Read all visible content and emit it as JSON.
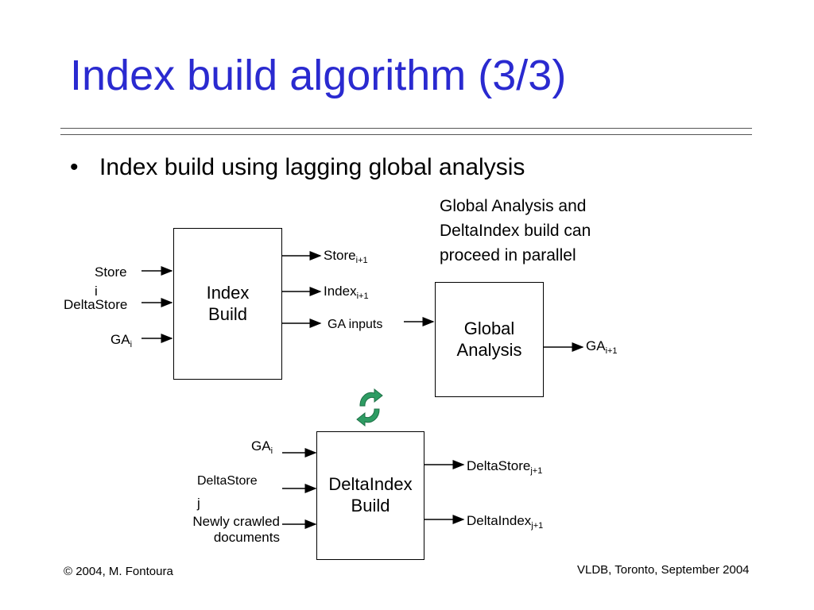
{
  "slide": {
    "title": "Index build algorithm (3/3)",
    "bullet_symbol": "•",
    "bullet": "Index build using lagging global analysis"
  },
  "note": {
    "line1": "Global Analysis and",
    "line2": "DeltaIndex build can",
    "line3": "proceed in parallel"
  },
  "index_build": {
    "line1": "Index",
    "line2": "Build",
    "inputs": {
      "store": "Store",
      "store_sub": "i",
      "deltastore": "DeltaStore",
      "ga": "GA",
      "ga_sub": "i"
    },
    "outputs": {
      "store": "Store",
      "store_sub": "i+1",
      "index": "Index",
      "index_sub": "i+1",
      "ga_inputs": "GA inputs"
    }
  },
  "global_analysis": {
    "line1": "Global",
    "line2": "Analysis",
    "output": "GA",
    "output_sub": "i+1"
  },
  "delta_index_build": {
    "line1": "DeltaIndex",
    "line2": "Build",
    "inputs": {
      "ga": "GA",
      "ga_sub": "i",
      "deltastore": "DeltaStore",
      "deltastore_sub": "j",
      "crawled_line1": "Newly crawled",
      "crawled_line2": "documents"
    },
    "outputs": {
      "deltastore": "DeltaStore",
      "deltastore_sub": "j+1",
      "deltaindex": "DeltaIndex",
      "deltaindex_sub": "j+1"
    }
  },
  "cycle_icon": "cycle-arrows-icon",
  "colors": {
    "title": "#2a2ad0",
    "cycle_green": "#2e9c63"
  },
  "footer": {
    "left": "© 2004, M. Fontoura",
    "right": "VLDB, Toronto, September 2004"
  }
}
